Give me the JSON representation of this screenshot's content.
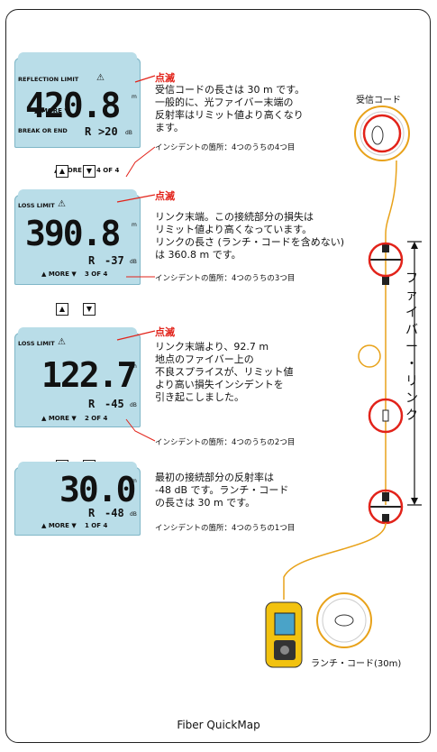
{
  "displays": [
    {
      "header": "REFLECTION LIMIT",
      "value": "420.8",
      "unit": "m",
      "footer_left": "BREAK OR END",
      "r_label": "R",
      "r_value": ">20",
      "r_unit": "dB",
      "more": "▲ MORE ▼",
      "index": "4 OF 4",
      "blink": "点滅",
      "desc": [
        "受信コードの長さは 30 m です。",
        "一般的に、光ファイバー末端の",
        "反射率はリミット値より高くなり",
        "ます。"
      ],
      "note": "インシデントの箇所：4つのうちの4つ目"
    },
    {
      "header": "LOSS LIMIT",
      "value": "390.8",
      "unit": "m",
      "r_label": "R",
      "r_value": "-37",
      "r_unit": "dB",
      "more": "▲ MORE ▼",
      "index": "3 OF 4",
      "blink": "点滅",
      "desc": [
        "リンク末端。この接続部分の損失は",
        "リミット値より高くなっています。",
        "リンクの長さ (ランチ・コードを含めない)",
        "は 360.8 m です。"
      ],
      "note": "インシデントの箇所：4つのうちの3つ目"
    },
    {
      "header": "LOSS LIMIT",
      "value": "122.7",
      "unit": "m",
      "r_label": "R",
      "r_value": "-45",
      "r_unit": "dB",
      "more": "▲ MORE ▼",
      "index": "2 OF 4",
      "blink": "点滅",
      "desc": [
        "リンク末端より、92.7 m",
        "地点のファイバー上の",
        "不良スプライスが、リミット値",
        "より高い損失インシデントを",
        "引き起こしました。"
      ],
      "note": "インシデントの箇所：4つのうちの2つ目"
    },
    {
      "value": "30.0",
      "unit": "m",
      "r_label": "R",
      "r_value": "-48",
      "r_unit": "dB",
      "more": "▲ MORE ▼",
      "index": "1 OF 4",
      "desc": [
        "最初の接続部分の反射率は",
        "-48 dB です。ランチ・コード",
        "の長さは 30 m です。"
      ],
      "note": "インシデントの箇所：4つのうちの1つ目"
    }
  ],
  "labels": {
    "receive_cord": "受信コード",
    "fiber_link": "ファイバー・リンク",
    "launch_cord": "ランチ・コード(30m)",
    "caption": "Fiber QuickMap",
    "up_arrow": "▲",
    "down_arrow": "▼"
  },
  "colors": {
    "lcd": "#b9dde8",
    "blink_red": "#e2231a",
    "fiber": "#e8a21a",
    "tester_body": "#f2c20f"
  }
}
